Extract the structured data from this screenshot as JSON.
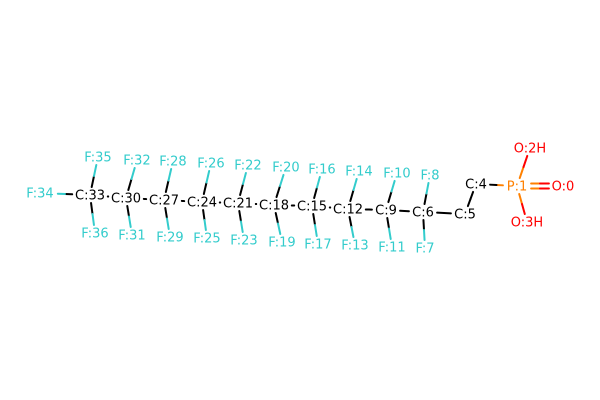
{
  "diagram": {
    "colors": {
      "C": "#000000",
      "F": "#33cccc",
      "O": "#ff0000",
      "P": "#ff8000"
    },
    "atoms": [
      {
        "id": "P1",
        "label": "P:1",
        "el": "P"
      },
      {
        "id": "O0",
        "label": "O:0",
        "el": "O"
      },
      {
        "id": "O2",
        "label": "O:2H",
        "el": "O"
      },
      {
        "id": "O3",
        "label": "O:3H",
        "el": "O"
      },
      {
        "id": "C4",
        "label": "C:4",
        "el": "C"
      },
      {
        "id": "C5",
        "label": "C:5",
        "el": "C"
      },
      {
        "id": "C6",
        "label": "C:6",
        "el": "C"
      },
      {
        "id": "F7",
        "label": "F:7",
        "el": "F"
      },
      {
        "id": "F8",
        "label": "F:8",
        "el": "F"
      },
      {
        "id": "C9",
        "label": "C:9",
        "el": "C"
      },
      {
        "id": "F10",
        "label": "F:10",
        "el": "F"
      },
      {
        "id": "F11",
        "label": "F:11",
        "el": "F"
      },
      {
        "id": "C12",
        "label": "C:12",
        "el": "C"
      },
      {
        "id": "F13",
        "label": "F:13",
        "el": "F"
      },
      {
        "id": "F14",
        "label": "F:14",
        "el": "F"
      },
      {
        "id": "C15",
        "label": "C:15",
        "el": "C"
      },
      {
        "id": "F16",
        "label": "F:16",
        "el": "F"
      },
      {
        "id": "F17",
        "label": "F:17",
        "el": "F"
      },
      {
        "id": "C18",
        "label": "C:18",
        "el": "C"
      },
      {
        "id": "F19",
        "label": "F:19",
        "el": "F"
      },
      {
        "id": "F20",
        "label": "F:20",
        "el": "F"
      },
      {
        "id": "C21",
        "label": "C:21",
        "el": "C"
      },
      {
        "id": "F22",
        "label": "F:22",
        "el": "F"
      },
      {
        "id": "F23",
        "label": "F:23",
        "el": "F"
      },
      {
        "id": "C24",
        "label": "C:24",
        "el": "C"
      },
      {
        "id": "F25",
        "label": "F:25",
        "el": "F"
      },
      {
        "id": "F26",
        "label": "F:26",
        "el": "F"
      },
      {
        "id": "C27",
        "label": "C:27",
        "el": "C"
      },
      {
        "id": "F28",
        "label": "F:28",
        "el": "F"
      },
      {
        "id": "F29",
        "label": "F:29",
        "el": "F"
      },
      {
        "id": "C30",
        "label": "C:30",
        "el": "C"
      },
      {
        "id": "F31",
        "label": "F:31",
        "el": "F"
      },
      {
        "id": "F32",
        "label": "F:32",
        "el": "F"
      },
      {
        "id": "C33",
        "label": "C:33",
        "el": "C"
      },
      {
        "id": "F34",
        "label": "F:34",
        "el": "F"
      },
      {
        "id": "F35",
        "label": "F:35",
        "el": "F"
      },
      {
        "id": "F36",
        "label": "F:36",
        "el": "F"
      }
    ],
    "bonds": [
      {
        "a": "P1",
        "b": "O0",
        "order": 2
      },
      {
        "a": "P1",
        "b": "O2",
        "order": 1
      },
      {
        "a": "P1",
        "b": "O3",
        "order": 1
      },
      {
        "a": "P1",
        "b": "C4",
        "order": 1
      },
      {
        "a": "C4",
        "b": "C5",
        "order": 1
      },
      {
        "a": "C5",
        "b": "C6",
        "order": 1
      },
      {
        "a": "C6",
        "b": "F7",
        "order": 1
      },
      {
        "a": "C6",
        "b": "F8",
        "order": 1
      },
      {
        "a": "C6",
        "b": "C9",
        "order": 1
      },
      {
        "a": "C9",
        "b": "F10",
        "order": 1
      },
      {
        "a": "C9",
        "b": "F11",
        "order": 1
      },
      {
        "a": "C9",
        "b": "C12",
        "order": 1
      },
      {
        "a": "C12",
        "b": "F13",
        "order": 1
      },
      {
        "a": "C12",
        "b": "F14",
        "order": 1
      },
      {
        "a": "C12",
        "b": "C15",
        "order": 1
      },
      {
        "a": "C15",
        "b": "F16",
        "order": 1
      },
      {
        "a": "C15",
        "b": "F17",
        "order": 1
      },
      {
        "a": "C15",
        "b": "C18",
        "order": 1
      },
      {
        "a": "C18",
        "b": "F19",
        "order": 1
      },
      {
        "a": "C18",
        "b": "F20",
        "order": 1
      },
      {
        "a": "C18",
        "b": "C21",
        "order": 1
      },
      {
        "a": "C21",
        "b": "F22",
        "order": 1
      },
      {
        "a": "C21",
        "b": "F23",
        "order": 1
      },
      {
        "a": "C21",
        "b": "C24",
        "order": 1
      },
      {
        "a": "C24",
        "b": "F25",
        "order": 1
      },
      {
        "a": "C24",
        "b": "F26",
        "order": 1
      },
      {
        "a": "C24",
        "b": "C27",
        "order": 1
      },
      {
        "a": "C27",
        "b": "F28",
        "order": 1
      },
      {
        "a": "C27",
        "b": "F29",
        "order": 1
      },
      {
        "a": "C27",
        "b": "C30",
        "order": 1
      },
      {
        "a": "C30",
        "b": "F31",
        "order": 1
      },
      {
        "a": "C30",
        "b": "F32",
        "order": 1
      },
      {
        "a": "C30",
        "b": "C33",
        "order": 1
      },
      {
        "a": "C33",
        "b": "F34",
        "order": 1
      },
      {
        "a": "C33",
        "b": "F35",
        "order": 1
      },
      {
        "a": "C33",
        "b": "F36",
        "order": 1
      }
    ]
  }
}
